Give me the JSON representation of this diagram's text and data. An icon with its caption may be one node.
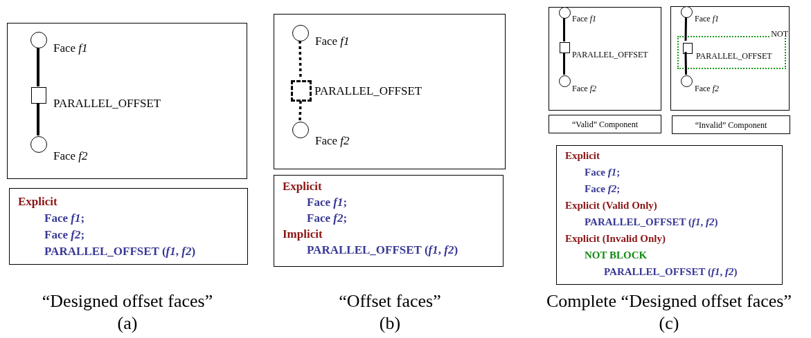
{
  "diagram": {
    "nodes": [
      {
        "text": [],
        "shape": "box"
      },
      {
        "text": [],
        "shape": "circle",
        "in": 0,
        "beside": [
          "Face *f1*"
        ]
      },
      {
        "text": [],
        "shape": "box",
        "in": 0,
        "beside": [
          "PARALLEL_OFFSET"
        ]
      },
      {
        "text": [],
        "shape": "circle",
        "in": 0,
        "beside": [
          "Face *f2*"
        ]
      },
      {
        "text": [
          "Explicit",
          "Face *f1*;",
          "Face *f2*;",
          "PARALLEL_OFFSET (*f1*, *f2*)"
        ]
      },
      {
        "text": [],
        "shape": "box"
      },
      {
        "text": [],
        "shape": "circle",
        "in": 5,
        "beside": [
          "Face *f1*"
        ]
      },
      {
        "text": [],
        "shape": "box",
        "in": 5,
        "beside": [
          "PARALLEL_OFFSET"
        ]
      },
      {
        "text": [],
        "shape": "circle",
        "in": 5,
        "beside": [
          "Face *f2*"
        ]
      },
      {
        "text": [
          "Explicit",
          "Face *f1*;",
          "Face *f2*;",
          "Implicit",
          "PARALLEL_OFFSET (*f1*, *f2*)"
        ]
      },
      {
        "text": [],
        "shape": "box"
      },
      {
        "text": [],
        "shape": "circle",
        "in": 10,
        "beside": [
          "Face *f1*"
        ]
      },
      {
        "text": [],
        "shape": "box",
        "in": 10,
        "beside": [
          "PARALLEL_OFFSET"
        ]
      },
      {
        "text": [],
        "shape": "circle",
        "in": 10,
        "beside": [
          "Face *f2*"
        ]
      },
      {
        "text": [
          "“Valid” Component"
        ]
      },
      {
        "text": [],
        "shape": "box"
      },
      {
        "text": [],
        "shape": "circle",
        "in": 15,
        "beside": [
          "Face *f1*"
        ]
      },
      {
        "text": [
          "NOT"
        ],
        "in": 15
      },
      {
        "text": [],
        "shape": "box",
        "in": 17,
        "beside": [
          "PARALLEL_OFFSET"
        ]
      },
      {
        "text": [],
        "shape": "circle",
        "in": 15,
        "beside": [
          "Face *f2*"
        ]
      },
      {
        "text": [
          "“Invalid” Component"
        ]
      },
      {
        "text": [
          "Explicit",
          "Face *f1*;",
          "Face *f2*;",
          "Explicit (Valid Only)",
          "PARALLEL_OFFSET (*f1*, *f2*)",
          "Explicit (Invalid Only)",
          "NOT BLOCK",
          "PARALLEL_OFFSET (*f1*, *f2*)"
        ]
      }
    ],
    "edges": [
      {
        "from": 1,
        "to": 2,
        "arrow": "none"
      },
      {
        "from": 2,
        "to": 3,
        "arrow": "none"
      },
      {
        "from": 6,
        "to": 7,
        "arrow": "none",
        "style": "dashed"
      },
      {
        "from": 7,
        "to": 8,
        "arrow": "none",
        "style": "dashed"
      },
      {
        "from": 11,
        "to": 12,
        "arrow": "none"
      },
      {
        "from": 12,
        "to": 13,
        "arrow": "none"
      },
      {
        "from": 16,
        "to": 18,
        "arrow": "none"
      },
      {
        "from": 18,
        "to": 19,
        "arrow": "none"
      }
    ],
    "labels": [
      "“Designed offset faces”",
      "(a)",
      "“Offset faces”",
      "(b)",
      "Complete “Designed offset faces”",
      "(c)"
    ]
  }
}
